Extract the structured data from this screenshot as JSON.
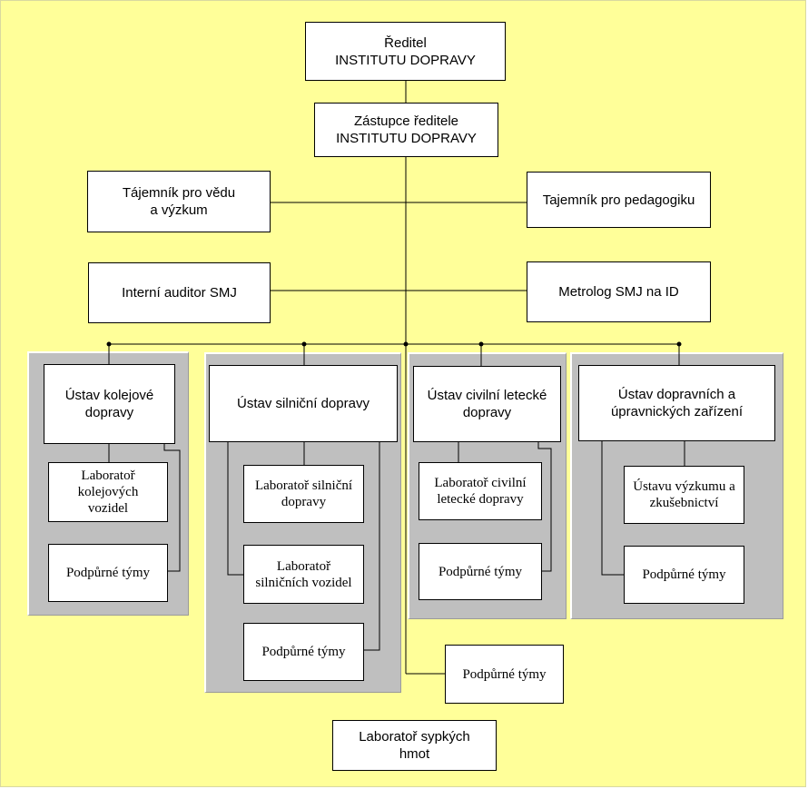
{
  "top": {
    "director": "Ředitel\nINSTITUTU DOPRAVY",
    "deputy": "Zástupce ředitele\nINSTITUTU DOPRAVY",
    "secretary_research": "Tájemník pro vědu\na výzkum",
    "secretary_pedagogy": "Tajemník pro pedagogiku",
    "internal_auditor": "Interní auditor SMJ",
    "metrologist": "Metrolog SMJ na ID"
  },
  "units": [
    {
      "name": "Ústav kolejové\ndopravy",
      "children": [
        "Laboratoř\nkolejových\nvozidel",
        "Podpůrné týmy"
      ]
    },
    {
      "name": "Ústav silniční dopravy",
      "children": [
        "Laboratoř silniční\ndopravy",
        "Laboratoř\nsilničních vozidel",
        "Podpůrné týmy"
      ]
    },
    {
      "name": "Ústav civilní letecké\ndopravy",
      "children": [
        "Laboratoř civilní\nletecké dopravy",
        "Podpůrné týmy"
      ]
    },
    {
      "name": "Ústav dopravních a\núpravnických zařízení",
      "children": [
        "Ústavu výzkumu a\nzkušebnictví",
        "Podpůrné týmy"
      ]
    }
  ],
  "central_support": "Podpůrné týmy",
  "bulk_lab": "Laboratoř sypkých\nhmot"
}
